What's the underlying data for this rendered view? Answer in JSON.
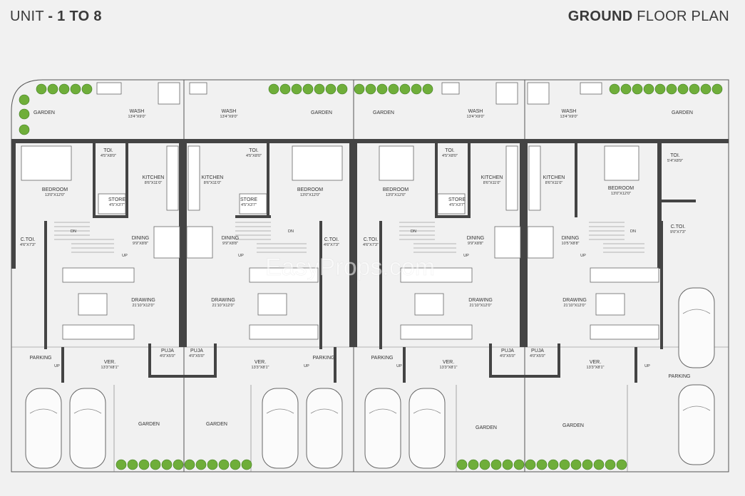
{
  "header": {
    "left_prefix": "UNIT",
    "left_bold": "- 1 TO 8",
    "right_bold": "GROUND",
    "right_rest": "FLOOR PLAN"
  },
  "watermark": "EasyProps.com",
  "colors": {
    "wall": "#444444",
    "background": "#f1f1f1",
    "room": "#f7f7f7",
    "plant": "#6fae3a"
  },
  "labels": [
    {
      "id": "garden-1",
      "name": "GARDEN"
    },
    {
      "id": "wash-1",
      "name": "WASH",
      "dim": "13'4\"X9'0\""
    },
    {
      "id": "wash-2",
      "name": "WASH",
      "dim": "13'4\"X9'0\""
    },
    {
      "id": "garden-2",
      "name": "GARDEN"
    },
    {
      "id": "garden-3",
      "name": "GARDEN"
    },
    {
      "id": "wash-3",
      "name": "WASH",
      "dim": "13'4\"X9'0\""
    },
    {
      "id": "wash-4",
      "name": "WASH",
      "dim": "13'4\"X9'0\""
    },
    {
      "id": "garden-4",
      "name": "GARDEN"
    },
    {
      "id": "toi-1",
      "name": "TOI.",
      "dim": "4'5\"X8'0\""
    },
    {
      "id": "toi-2",
      "name": "TOI.",
      "dim": "4'5\"X8'0\""
    },
    {
      "id": "toi-3",
      "name": "TOI.",
      "dim": "4'5\"X8'0\""
    },
    {
      "id": "toi-4",
      "name": "TOI.",
      "dim": "5'4\"X8'9\""
    },
    {
      "id": "kitchen-1",
      "name": "KITCHEN",
      "dim": "8'6\"X11'0\""
    },
    {
      "id": "kitchen-2",
      "name": "KITCHEN",
      "dim": "8'6\"X11'0\""
    },
    {
      "id": "kitchen-3",
      "name": "KITCHEN",
      "dim": "8'6\"X11'0\""
    },
    {
      "id": "kitchen-4",
      "name": "KITCHEN",
      "dim": "8'6\"X11'0\""
    },
    {
      "id": "bedroom-1",
      "name": "BEDROOM",
      "dim": "13'0\"X12'0\""
    },
    {
      "id": "bedroom-2",
      "name": "BEDROOM",
      "dim": "13'0\"X12'0\""
    },
    {
      "id": "bedroom-3",
      "name": "BEDROOM",
      "dim": "13'0\"X12'0\""
    },
    {
      "id": "bedroom-4",
      "name": "BEDROOM",
      "dim": "13'0\"X12'0\""
    },
    {
      "id": "store-1",
      "name": "STORE",
      "dim": "4'5\"X3'7\""
    },
    {
      "id": "store-2",
      "name": "STORE",
      "dim": "4'5\"X3'7\""
    },
    {
      "id": "store-3",
      "name": "STORE",
      "dim": "4'5\"X3'7\""
    },
    {
      "id": "ctoi-1",
      "name": "C.TOI.",
      "dim": "4'6\"X7'3\""
    },
    {
      "id": "ctoi-2",
      "name": "C.TOI.",
      "dim": "4'6\"X7'3\""
    },
    {
      "id": "ctoi-3",
      "name": "C.TOI.",
      "dim": "4'6\"X7'3\""
    },
    {
      "id": "ctoi-4",
      "name": "C.TOI.",
      "dim": "9'0\"X7'3\""
    },
    {
      "id": "dining-1",
      "name": "DINING",
      "dim": "9'9\"X8'8\""
    },
    {
      "id": "dining-2",
      "name": "DINING",
      "dim": "9'9\"X8'8\""
    },
    {
      "id": "dining-3",
      "name": "DINING",
      "dim": "9'9\"X8'8\""
    },
    {
      "id": "dining-4",
      "name": "DINING",
      "dim": "10'5\"X8'8\""
    },
    {
      "id": "drawing-1",
      "name": "DRAWING",
      "dim": "21'10\"X12'0\""
    },
    {
      "id": "drawing-2",
      "name": "DRAWING",
      "dim": "21'10\"X12'0\""
    },
    {
      "id": "drawing-3",
      "name": "DRAWING",
      "dim": "21'10\"X12'0\""
    },
    {
      "id": "drawing-4",
      "name": "DRAWING",
      "dim": "21'10\"X12'0\""
    },
    {
      "id": "puja-1",
      "name": "PUJA",
      "dim": "4'0\"X5'0\""
    },
    {
      "id": "puja-2",
      "name": "PUJA",
      "dim": "4'0\"X5'0\""
    },
    {
      "id": "puja-3",
      "name": "PUJA",
      "dim": "4'0\"X5'0\""
    },
    {
      "id": "puja-4",
      "name": "PUJA",
      "dim": "4'0\"X5'0\""
    },
    {
      "id": "ver-1",
      "name": "VER.",
      "dim": "13'3\"X8'1\""
    },
    {
      "id": "ver-2",
      "name": "VER.",
      "dim": "13'3\"X8'1\""
    },
    {
      "id": "ver-3",
      "name": "VER.",
      "dim": "13'3\"X8'1\""
    },
    {
      "id": "ver-4",
      "name": "VER.",
      "dim": "13'3\"X8'1\""
    },
    {
      "id": "parking-1",
      "name": "PARKING"
    },
    {
      "id": "parking-2",
      "name": "PARKING"
    },
    {
      "id": "parking-3",
      "name": "PARKING"
    },
    {
      "id": "parking-4",
      "name": "PARKING"
    },
    {
      "id": "garden-5",
      "name": "GARDEN"
    },
    {
      "id": "garden-6",
      "name": "GARDEN"
    },
    {
      "id": "garden-7",
      "name": "GARDEN"
    },
    {
      "id": "garden-8",
      "name": "GARDEN"
    }
  ],
  "stair_marks": {
    "dn": "DN",
    "up": "UP"
  }
}
